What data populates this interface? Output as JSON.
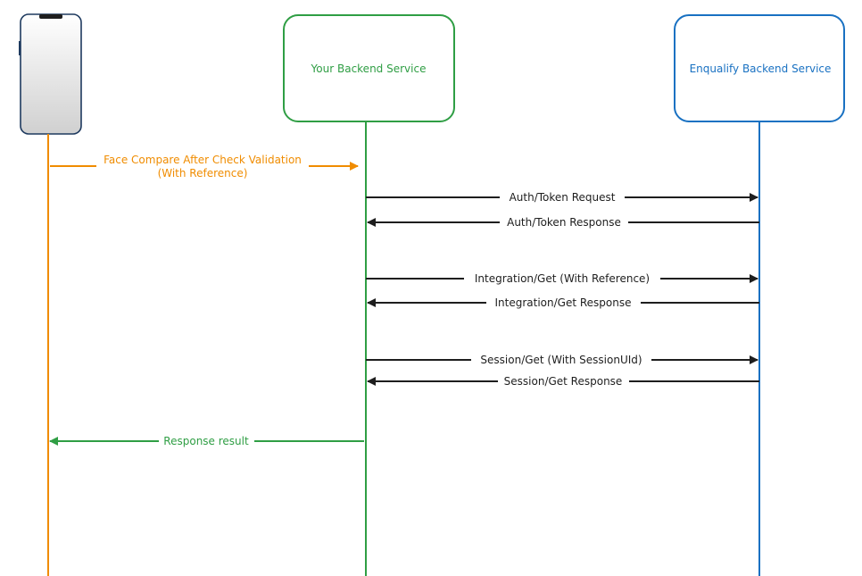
{
  "participants": {
    "device": {
      "name": "phone",
      "color": "#f08c00"
    },
    "backend": {
      "label": "Your Backend Service",
      "color": "#2f9e44"
    },
    "enqualify": {
      "label": "Enqualify Backend Service",
      "color": "#1971c2"
    }
  },
  "messages": [
    {
      "id": "face-compare",
      "lines": [
        "Face Compare After Check Validation",
        "(With Reference)"
      ],
      "color": "#f08c00"
    },
    {
      "id": "auth-token-request",
      "lines": [
        "Auth/Token Request"
      ],
      "color": "#1e1e1e"
    },
    {
      "id": "auth-token-response",
      "lines": [
        "Auth/Token Response"
      ],
      "color": "#1e1e1e"
    },
    {
      "id": "integration-get",
      "lines": [
        "Integration/Get (With Reference)"
      ],
      "color": "#1e1e1e"
    },
    {
      "id": "integration-get-response",
      "lines": [
        "Integration/Get Response"
      ],
      "color": "#1e1e1e"
    },
    {
      "id": "session-get",
      "lines": [
        "Session/Get (With SessionUId)"
      ],
      "color": "#1e1e1e"
    },
    {
      "id": "session-get-response",
      "lines": [
        "Session/Get Response"
      ],
      "color": "#1e1e1e"
    },
    {
      "id": "response-result",
      "lines": [
        "Response result"
      ],
      "color": "#2f9e44"
    }
  ]
}
